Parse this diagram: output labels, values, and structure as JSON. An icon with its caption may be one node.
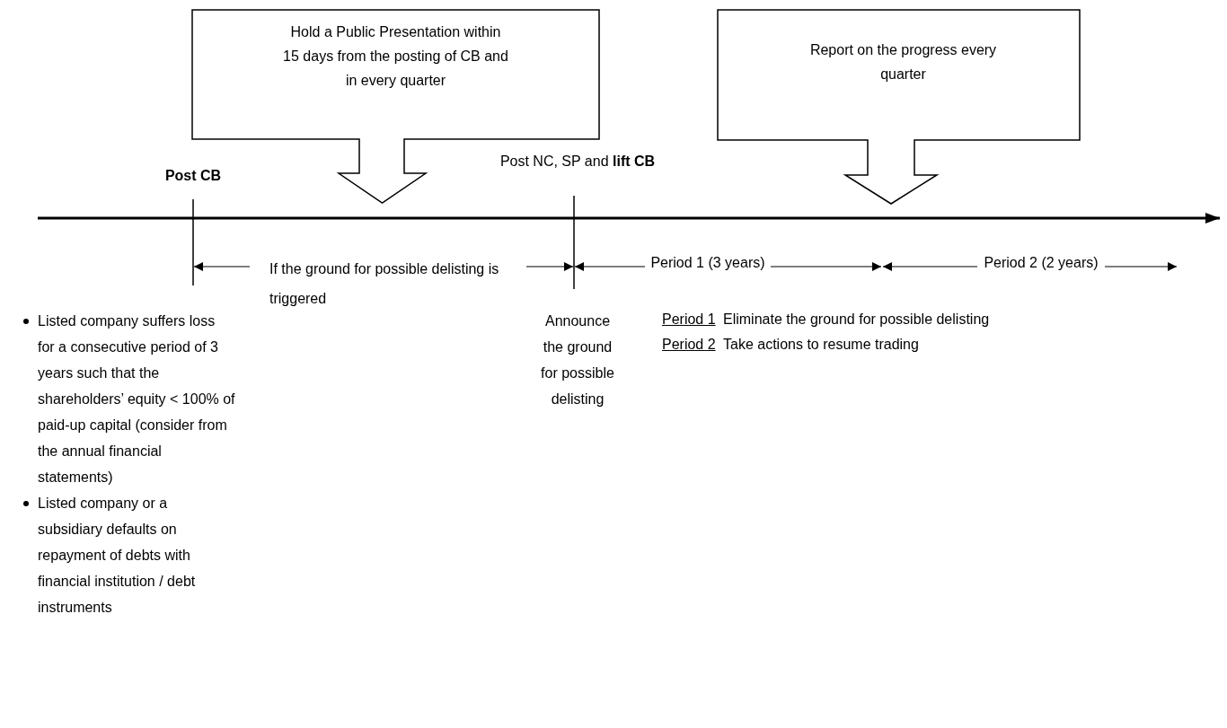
{
  "diagram": {
    "nodes": [
      {
        "text": [
          "Hold a Public Presentation within 15 days from the posting of CB and in every quarter"
        ]
      },
      {
        "text": [
          "Report on the progress every quarter"
        ]
      }
    ],
    "labels": [
      "Post CB",
      "Post NC, SP and **lift CB**",
      "If the ground for possible delisting is triggered",
      "Period 1 (3 years)",
      "Period 2 (2 years)",
      "Listed company suffers loss for a consecutive period of 3 years such that the shareholders’ equity < 100% of paid-up capital (consider from the annual financial statements)",
      "Listed company or a subsidiary defaults on repayment of debts with financial institution / debt instruments",
      "Announce the ground for possible delisting",
      "Period 1",
      "Eliminate the ground for possible delisting",
      "Period 2",
      "Take actions to resume trading"
    ]
  }
}
